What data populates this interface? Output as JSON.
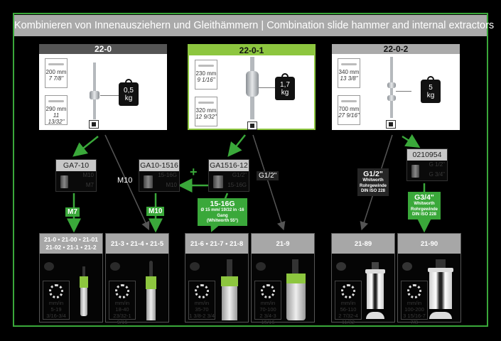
{
  "title": "Kombinieren von Innenausziehern und Gleithämmern | Combination slide hammer and internal extractors",
  "colors": {
    "accent_green": "#3aa83a",
    "lime": "#8dc63f",
    "header_gray": "#aaaaaa"
  },
  "slide_hammers": [
    {
      "id": "22-0",
      "head_color": "#555555",
      "length_short": "200 mm",
      "length_short_in": "7 7/8\"",
      "length_long": "290 mm",
      "length_long_in": "11 13/32\"",
      "weight_value": "0,5",
      "weight_unit": "kg"
    },
    {
      "id": "22-0-1",
      "head_color": "#8dc63f",
      "length_short": "230 mm",
      "length_short_in": "9 1/16\"",
      "length_long": "320 mm",
      "length_long_in": "12 9/32\"",
      "weight_value": "1,7",
      "weight_unit": "kg"
    },
    {
      "id": "22-0-2",
      "head_color": "#aaaaaa",
      "length_short": "340 mm",
      "length_short_in": "13 3/8\"",
      "length_long": "700 mm",
      "length_long_in": "27 9/16\"",
      "weight_value": "5",
      "weight_unit": "kg"
    }
  ],
  "adapters": [
    {
      "name": "GA7-10",
      "thread_top": "M10",
      "thread_bottom": "M7"
    },
    {
      "name": "GA10-1516",
      "thread_top": "15-16G",
      "thread_bottom": "M10"
    },
    {
      "name": "GA1516-12",
      "thread_top": "G1/2\"",
      "thread_bottom": "15-16G"
    },
    {
      "name": "0210954",
      "thread_top": "G 1/2\"",
      "thread_bottom": "G 3/4\""
    }
  ],
  "connection_labels": {
    "m7": "M7",
    "m10_green": "M10",
    "m10_direct": "M10",
    "g12_direct": "G1/2\"",
    "plus": "+"
  },
  "specs": {
    "g15_16": {
      "title": "15-16G",
      "line1": "Ø 15 mm/ 19/32 in -16 Gang",
      "line2": "(Whitworth 55°)"
    },
    "g12": {
      "title": "G1/2\"",
      "line1": "Whitworth",
      "line2": "Rohrgewinde",
      "line3": "DIN ISO 228"
    },
    "g34": {
      "title": "G3/4\"",
      "line1": "Whitworth",
      "line2": "Rohrgewinde",
      "line3": "DIN ISO 228"
    }
  },
  "extractors": [
    {
      "models_line1": "21-0 • 21-00 • 21-01",
      "models_line2": "21-02 • 21-1 • 21-2",
      "unit": "mm/in",
      "range_mm": "5-19",
      "range_in": "3/16-3/4"
    },
    {
      "models_line1": "21-3 • 21-4 • 21-5",
      "models_line2": "",
      "unit": "mm/in",
      "range_mm": "18-40",
      "range_in": "23/32-1 9/16"
    },
    {
      "models_line1": "21-6 • 21-7 • 21-8",
      "models_line2": "",
      "unit": "mm/in",
      "range_mm": "35-70",
      "range_in": "1 3/8-2 3/4"
    },
    {
      "models_line1": "21-9",
      "models_line2": "",
      "unit": "mm/in",
      "range_mm": "70-100",
      "range_in": "2 3/4-3 15/16"
    },
    {
      "models_line1": "21-89",
      "models_line2": "",
      "unit": "mm/in",
      "range_mm": "56-110",
      "range_in": "2 7/32-4 11/32"
    },
    {
      "models_line1": "21-90",
      "models_line2": "",
      "unit": "mm/in",
      "range_mm": "100-200",
      "range_in": "3 15/16-7 7/8"
    }
  ]
}
